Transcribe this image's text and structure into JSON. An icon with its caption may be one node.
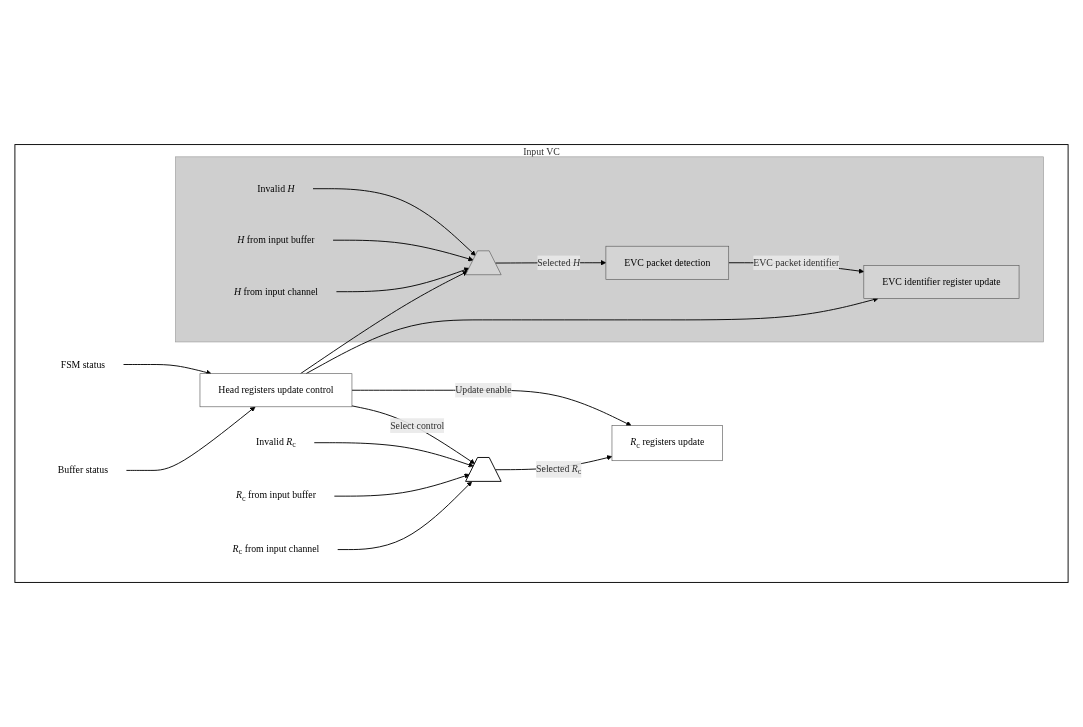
{
  "diagram": {
    "nodes": [
      {
        "text": [
          "Input VC"
        ]
      },
      {
        "text": [
          "*R*$_{c}$ from input channel"
        ],
        "in": 0
      },
      {
        "text": [
          "*R*$_{c}$ from input buffer"
        ],
        "in": 0
      },
      {
        "text": [
          "Invalid *R*$_{c}$"
        ],
        "in": 0
      },
      {
        "text": [],
        "shape": "trapezoid",
        "in": 0
      },
      {
        "text": [
          "*R*$_{c}$ registers update"
        ],
        "in": 0
      },
      {
        "text": [
          "Head registers update control"
        ],
        "in": 0
      },
      {
        "text": [
          "Buffer status"
        ],
        "in": 0
      },
      {
        "text": [
          "FSM status"
        ],
        "in": 0
      },
      {
        "text": [],
        "shape": "band",
        "in": 0
      },
      {
        "text": [
          "*H* from input channel"
        ],
        "in": 9
      },
      {
        "text": [
          "*H* from input buffer"
        ],
        "in": 9
      },
      {
        "text": [
          "Invalid *H*"
        ],
        "in": 9
      },
      {
        "text": [],
        "shape": "trapezoid",
        "in": 9
      },
      {
        "text": [
          "EVC packet detection"
        ],
        "in": 9
      },
      {
        "text": [
          "EVC identifier register update"
        ],
        "in": 9
      }
    ],
    "edges": [
      {
        "from": 1,
        "to": 4,
        "arrow": "to"
      },
      {
        "from": 2,
        "to": 4,
        "arrow": "to"
      },
      {
        "from": 3,
        "to": 4,
        "arrow": "to"
      },
      {
        "from": 4,
        "to": 5,
        "arrow": "to",
        "label": "Selected *R*$_{c}$"
      },
      {
        "from": 6,
        "to": 5,
        "arrow": "to",
        "label": "Update enable"
      },
      {
        "from": 6,
        "to": 15,
        "arrow": "to"
      },
      {
        "from": 7,
        "to": 6,
        "arrow": "to"
      },
      {
        "from": 8,
        "to": 6,
        "arrow": "to"
      },
      {
        "from": 6,
        "to": 4,
        "arrow": "to",
        "label": "Select control"
      },
      {
        "from": 6,
        "to": 13,
        "arrow": "to"
      },
      {
        "from": 10,
        "to": 13,
        "arrow": "to"
      },
      {
        "from": 11,
        "to": 13,
        "arrow": "to"
      },
      {
        "from": 12,
        "to": 13,
        "arrow": "to"
      },
      {
        "from": 13,
        "to": 14,
        "arrow": "to",
        "label": "Selected *H*"
      },
      {
        "from": 14,
        "to": 15,
        "arrow": "to",
        "label": "EVC packet identifier"
      }
    ]
  }
}
